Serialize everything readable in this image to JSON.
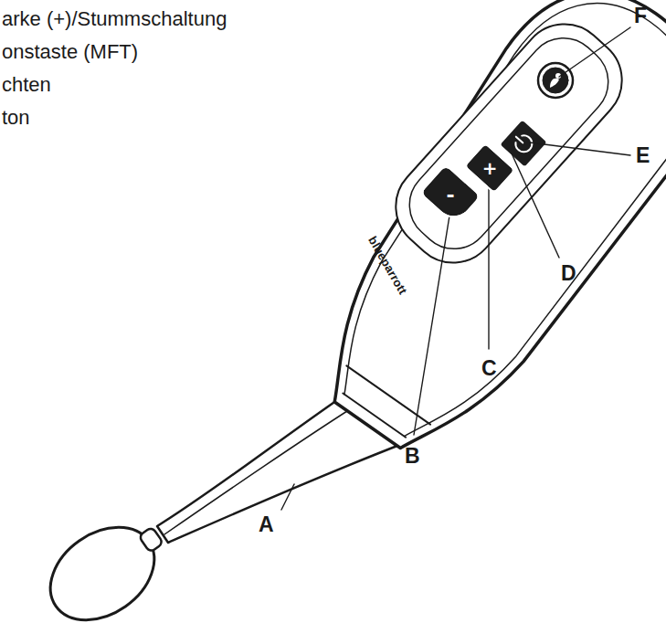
{
  "diagram": {
    "nodes": [
      {
        "text": [
          "-"
        ]
      },
      {
        "text": [
          "+"
        ]
      }
    ],
    "labels": [
      "arke (+)/Stummschaltung",
      "onstaste (MFT)",
      "chten",
      "ton",
      "blueparrott",
      "A",
      "B",
      "C",
      "D",
      "E",
      "F"
    ]
  }
}
